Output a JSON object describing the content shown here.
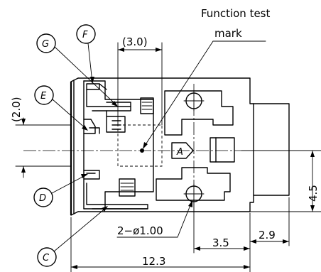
{
  "annotation": {
    "line1": "Function test",
    "line2": "mark"
  },
  "dimensions": {
    "top_width": "(3.0)",
    "left_height": "(2.0)",
    "right_height": "4.5",
    "holes": "2−ø1.00",
    "dim_3_5": "3.5",
    "dim_2_9": "2.9",
    "overall": "12.3"
  },
  "balloons": {
    "c": "C",
    "d": "D",
    "e": "E",
    "f": "F",
    "g": "G",
    "a": "A"
  }
}
